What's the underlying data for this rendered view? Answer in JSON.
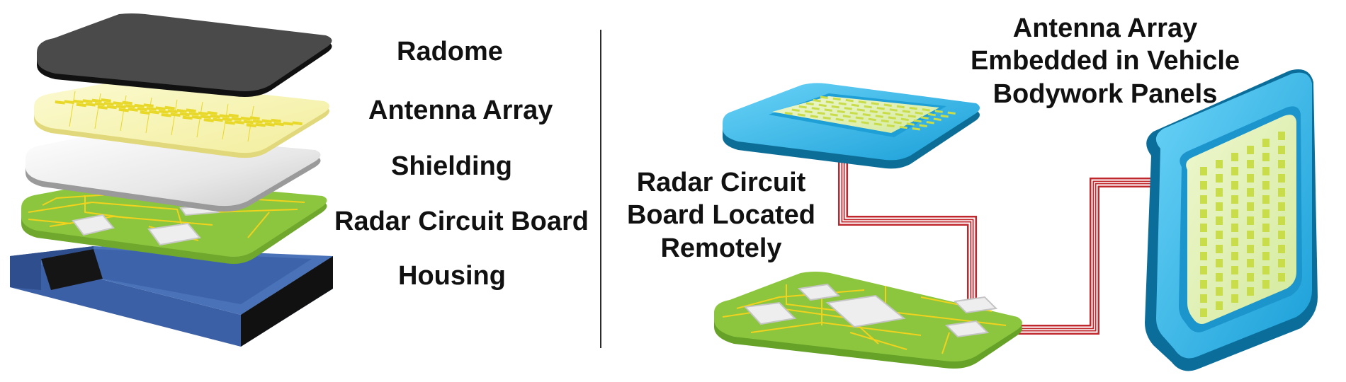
{
  "left_panel": {
    "labels": {
      "radome": "Radome",
      "antenna_array": "Antenna Array",
      "shielding": "Shielding",
      "radar_circuit_board": "Radar Circuit Board",
      "housing": "Housing"
    }
  },
  "right_panel": {
    "remote_board_label": [
      "Radar Circuit",
      "Board Located",
      "Remotely"
    ],
    "panel_label": [
      "Antenna Array",
      "Embedded in Vehicle",
      "Bodywork Panels"
    ]
  },
  "colors": {
    "radome": "#4a4a4a",
    "antenna_layer": "#f5f2b8",
    "antenna_element": "#e8d82a",
    "shielding": "#dedede",
    "circuit_board": "#8cc63f",
    "board_trace": "#f1d21d",
    "chip": "#eeeeee",
    "housing": "#4a72b8",
    "bodywork_panel": "#33b3e6",
    "cable": "#c0272d"
  }
}
